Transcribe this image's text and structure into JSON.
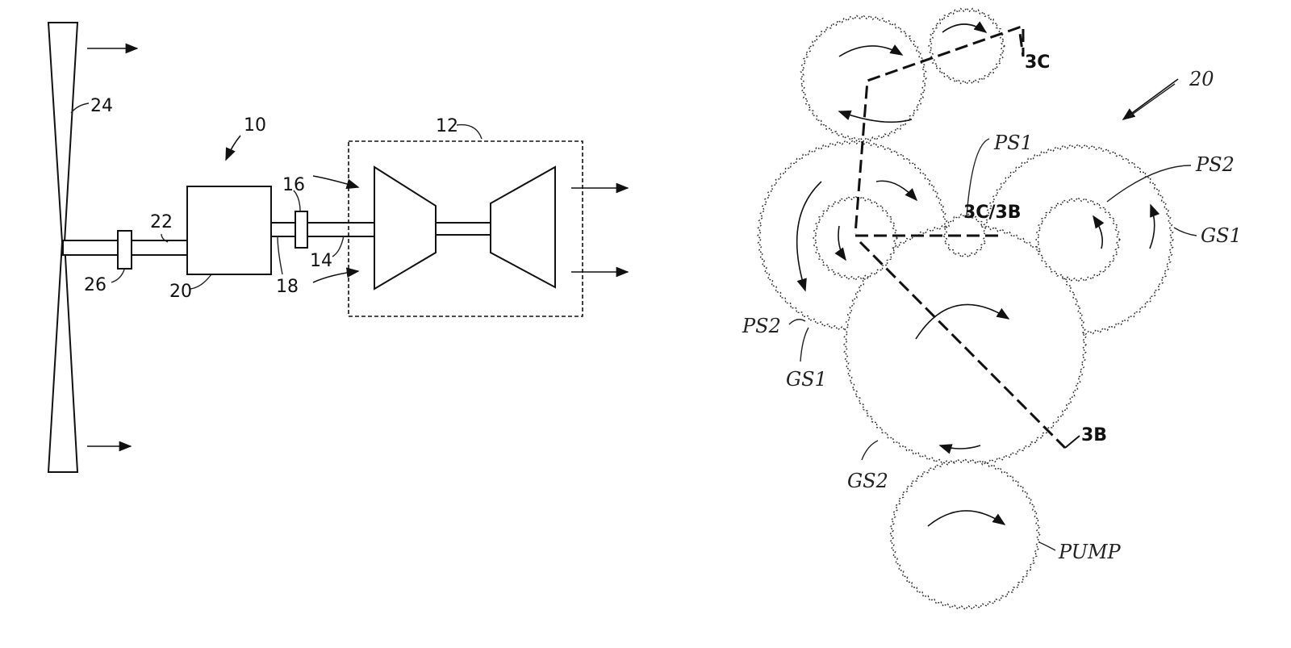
{
  "left_figure": {
    "labels": {
      "propeller": "24",
      "engine_system": "10",
      "gearbox": "20",
      "turbine_core": "12",
      "coupling_front": "26",
      "shaft_front": "22",
      "coupling_rear": "16",
      "shaft_mid": "18",
      "shaft_turbine": "14"
    }
  },
  "right_figure": {
    "title_ref": "20",
    "labels": {
      "pinion_top": "PS1",
      "pinion_right": "PS2",
      "gear_right": "GS1",
      "pinion_left": "PS2",
      "gear_left": "GS1",
      "gear_bottom": "GS2",
      "pump": "PUMP",
      "section_c": "3C",
      "section_cb": "3C/3B",
      "section_b": "3B"
    }
  }
}
